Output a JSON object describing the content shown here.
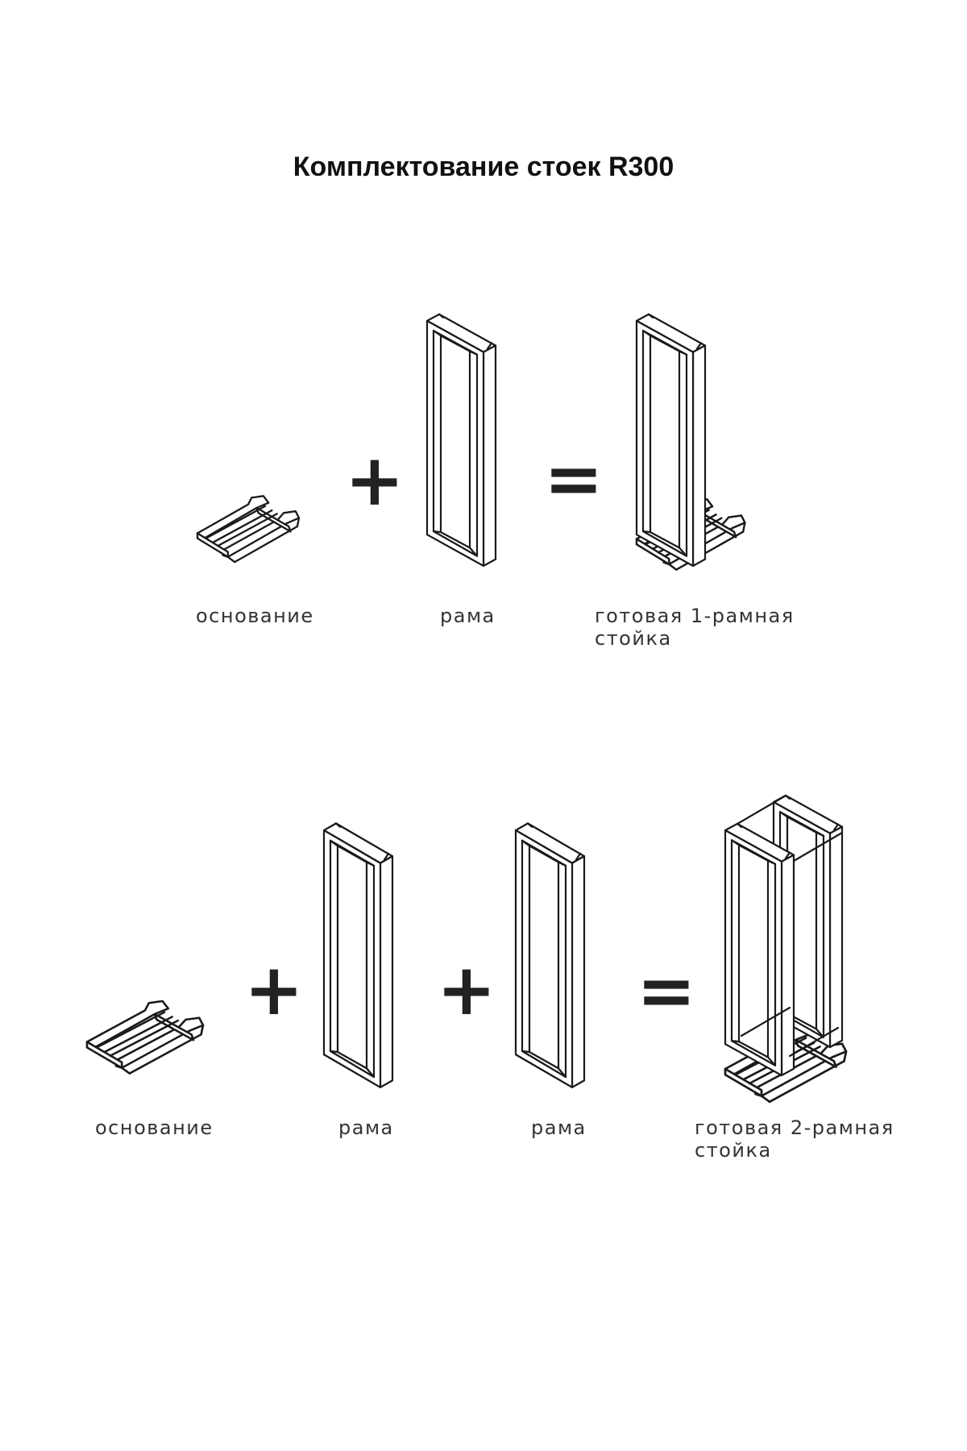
{
  "title": "Комплектование стоек R300",
  "row1": {
    "plus": "+",
    "equals": "=",
    "captions": {
      "base": "основание",
      "frame": "рама",
      "result": "готовая 1-рамная\nстойка"
    }
  },
  "row2": {
    "plus_1": "+",
    "plus_2": "+",
    "equals": "=",
    "captions": {
      "base": "основание",
      "frame_1": "рама",
      "frame_2": "рама",
      "result": "готовая 2-рамная\nстойка"
    }
  }
}
